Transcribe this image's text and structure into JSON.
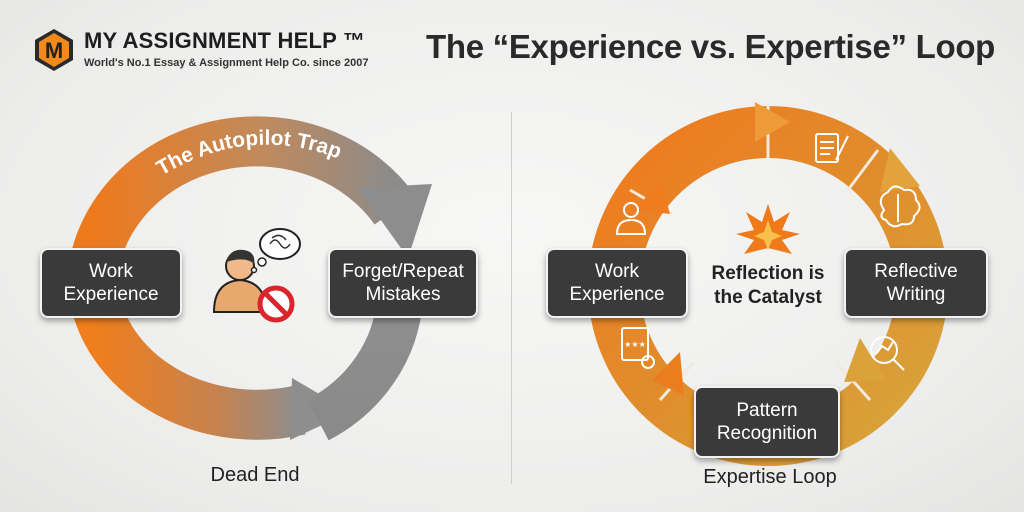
{
  "brand": {
    "name": "MY ASSIGNMENT HELP ™",
    "tagline": "World's No.1 Essay & Assignment Help Co. since 2007",
    "logo_letter": "M"
  },
  "title": "The “Experience vs. Expertise” Loop",
  "left_loop": {
    "arc_label": "The Autopilot Trap",
    "node_work": "Work\nExperience",
    "node_forget": "Forget/Repeat\nMistakes",
    "caption": "Dead End",
    "icons": [
      "confused-person-icon",
      "prohibited-icon",
      "thought-bubble-icon"
    ]
  },
  "right_loop": {
    "center_label": "Reflection is\nthe Catalyst",
    "node_work": "Work\nExperience",
    "node_writing": "Reflective\nWriting",
    "node_pattern": "Pattern\nRecognition",
    "caption": "Expertise Loop",
    "icons": [
      "worker-icon",
      "notepad-icon",
      "brain-icon",
      "magnifier-chart-icon",
      "rating-certificate-icon",
      "spark-icon"
    ]
  },
  "colors": {
    "orange": "#ee7a1e",
    "gray": "#8a8a8a",
    "gold": "#d9a234",
    "box": "#3a3a3a"
  }
}
